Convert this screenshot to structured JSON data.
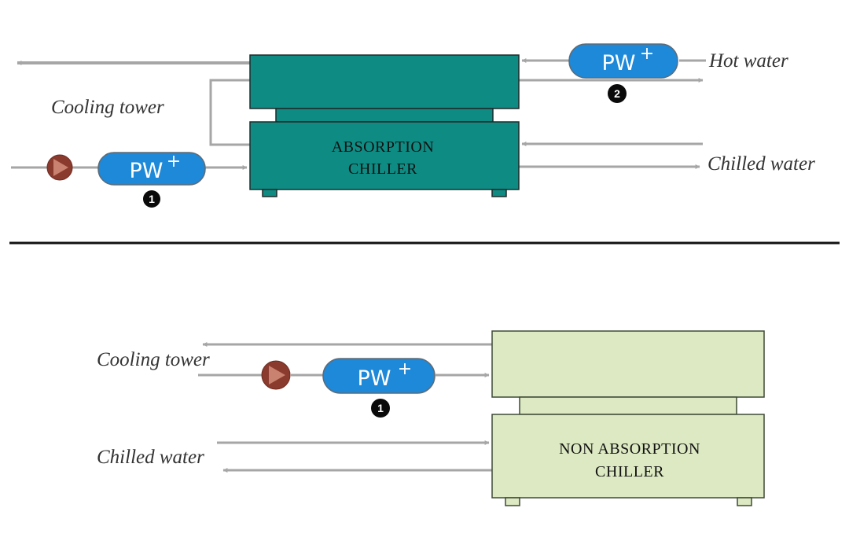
{
  "colors": {
    "absorption_chiller_fill": "#0E8C84",
    "non_absorption_chiller_fill": "#DCE9C2",
    "pw_pill_fill": "#1E88D9",
    "pump_fill": "#8B3A2E",
    "arrow_line": "#A6A6A6",
    "divider": "#111111"
  },
  "top_diagram": {
    "chiller_label_line1": "ABSORPTION",
    "chiller_label_line2": "CHILLER",
    "labels": {
      "cooling_tower": "Cooling tower",
      "hot_water": "Hot water",
      "chilled_water": "Chilled water"
    },
    "pw_units": [
      {
        "label": "PW",
        "sup": "+",
        "number": "1"
      },
      {
        "label": "PW",
        "sup": "+",
        "number": "2"
      }
    ]
  },
  "bottom_diagram": {
    "chiller_label_line1": "NON ABSORPTION",
    "chiller_label_line2": "CHILLER",
    "labels": {
      "cooling_tower": "Cooling tower",
      "chilled_water": "Chilled water"
    },
    "pw_units": [
      {
        "label": "PW",
        "sup": "+",
        "number": "1"
      }
    ]
  }
}
